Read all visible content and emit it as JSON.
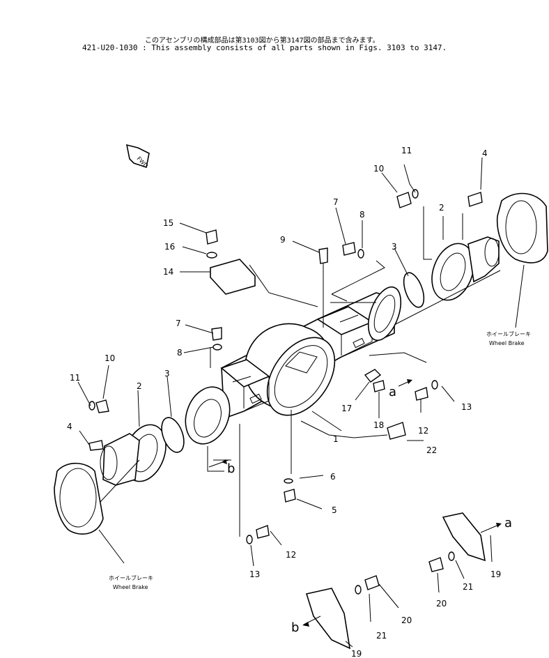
{
  "header": {
    "jp_note": "このアセンブリの構成部品は第3103図から第3147図の部品まで含みます。",
    "en_note": "421-U20-1030 : This assembly consists of all parts shown in Figs. 3103 to 3147."
  },
  "fwd_mark": "FWD",
  "callouts": [
    "1",
    "2",
    "2",
    "3",
    "3",
    "4",
    "4",
    "5",
    "6",
    "7",
    "7",
    "8",
    "8",
    "9",
    "10",
    "10",
    "11",
    "11",
    "12",
    "12",
    "13",
    "13",
    "14",
    "15",
    "16",
    "17",
    "18",
    "19",
    "19",
    "20",
    "20",
    "21",
    "21",
    "22"
  ],
  "view_refs": [
    "a",
    "a",
    "b",
    "b"
  ],
  "wheel_brake": {
    "jp": "ホイールブレーキ",
    "en": "Wheel Brake"
  }
}
